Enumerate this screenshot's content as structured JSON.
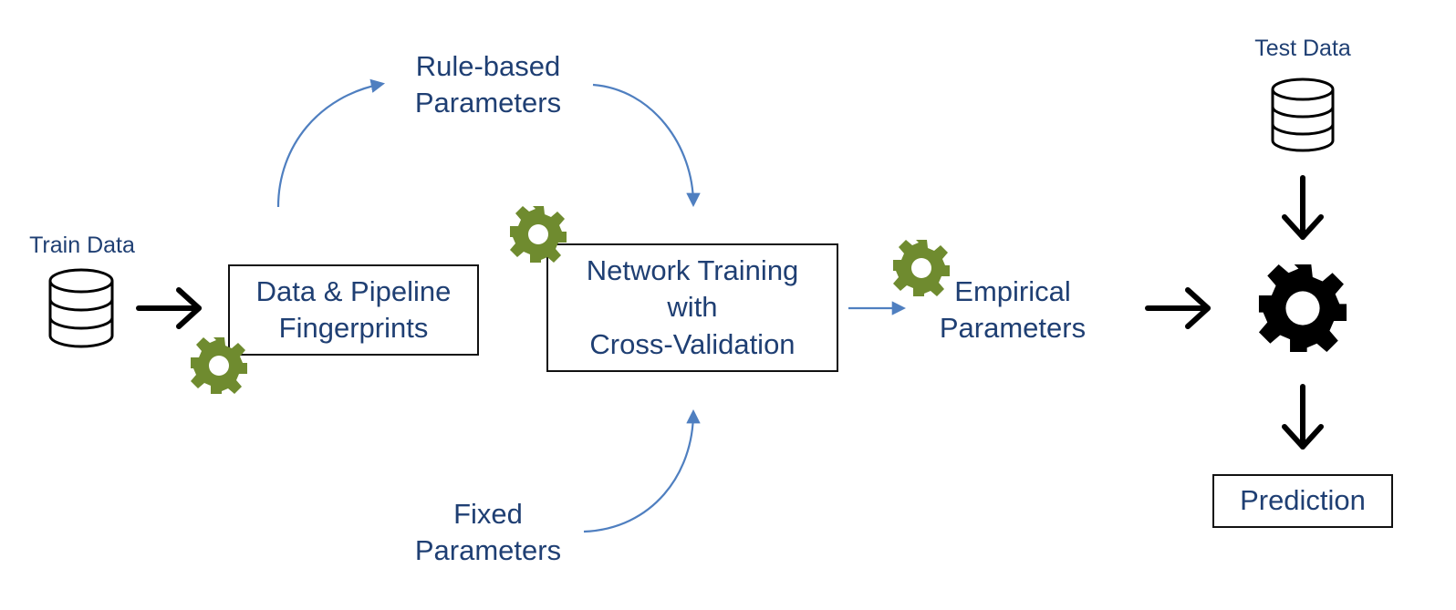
{
  "labels": {
    "train_data": "Train Data",
    "test_data": "Test Data",
    "rule_based": "Rule-based\nParameters",
    "fixed": "Fixed\nParameters",
    "empirical": "Empirical\nParameters"
  },
  "boxes": {
    "fingerprints": "Data & Pipeline\nFingerprints",
    "network_training": "Network Training\nwith\nCross-Validation",
    "prediction": "Prediction"
  },
  "colors": {
    "text": "#1f3f73",
    "arrow_blue": "#4f7fc0",
    "gear_green": "#6f8b2f",
    "black": "#000000"
  },
  "icons": [
    "database-icon",
    "gear-icon",
    "arrow-icon"
  ]
}
